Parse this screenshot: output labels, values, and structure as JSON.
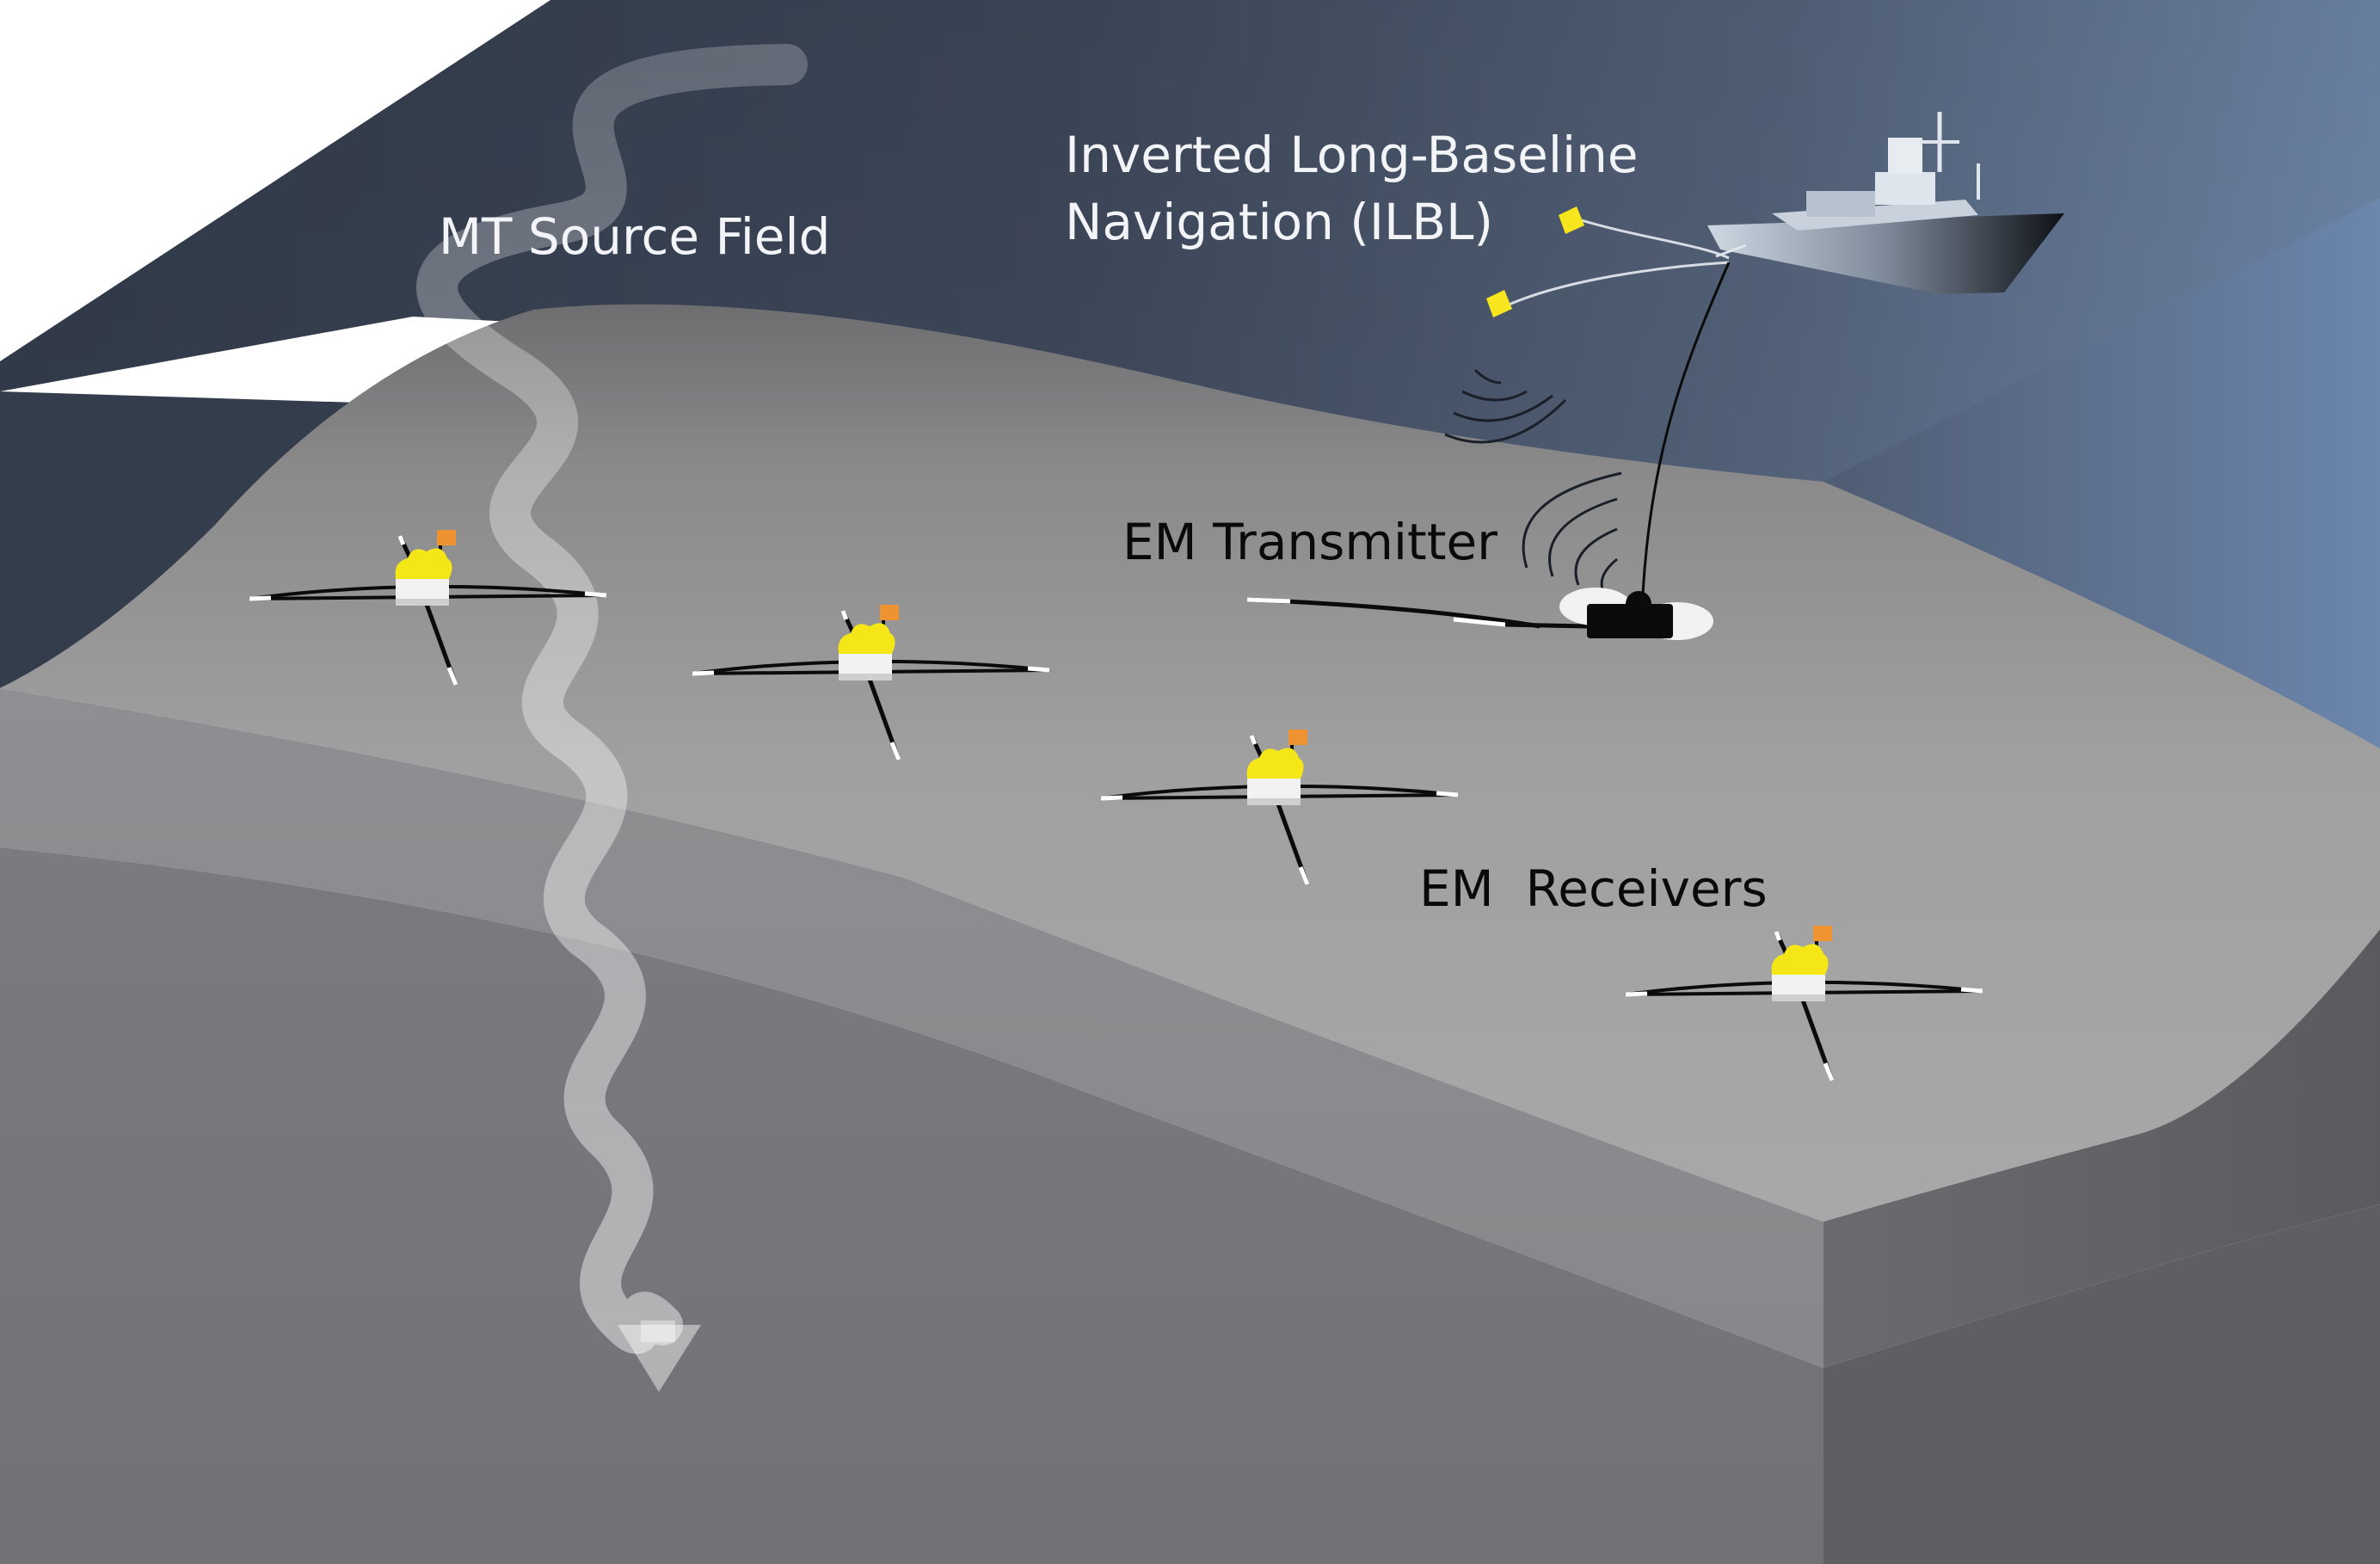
{
  "labels": {
    "mt_source": "MT Source Field",
    "ilbl_line1": "Inverted Long-Baseline",
    "ilbl_line2": "Navigation (ILBL)",
    "transmitter": "EM Transmitter",
    "receivers": "EM  Receivers"
  },
  "colors": {
    "water_dark": "#333c4b",
    "water_light": "#6e86a8",
    "seafloor_top": "#a3a3a3",
    "block_side": "#6f7074",
    "receiver_float": "#f5e617",
    "receiver_flag": "#ef9232",
    "transponder": "#f7e51e",
    "ship_hull": "#101318"
  }
}
